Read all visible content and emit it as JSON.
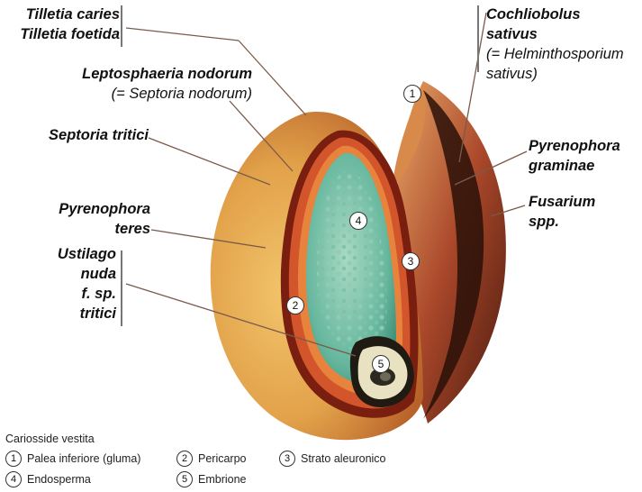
{
  "labels": {
    "tilletia_1": "Tilletia caries",
    "tilletia_2": "Tilletia foetida",
    "lepto_1": "Leptosphaeria nodorum",
    "lepto_2": "(= Septoria nodorum)",
    "septoria": "Septoria tritici",
    "pteres_1": "Pyrenophora",
    "pteres_2": "teres",
    "ust_1": "Ustilago",
    "ust_2": "nuda",
    "ust_3": "f. sp.",
    "ust_4": "tritici",
    "coch_1": "Cochliobolus",
    "coch_2": "sativus",
    "coch_3": "(= Helminthosporium",
    "coch_4": "sativus)",
    "pgram_1": "Pyrenophora",
    "pgram_2": "graminae",
    "fus_1": "Fusarium",
    "fus_2": "spp."
  },
  "markers": {
    "m1": "1",
    "m2": "2",
    "m3": "3",
    "m4": "4",
    "m5": "5"
  },
  "legend": {
    "title": "Cariosside vestita",
    "items": [
      {
        "num": "1",
        "text": "Palea inferiore (gluma)"
      },
      {
        "num": "2",
        "text": "Pericarpo"
      },
      {
        "num": "3",
        "text": "Strato aleuronico"
      },
      {
        "num": "4",
        "text": "Endosperma"
      },
      {
        "num": "5",
        "text": "Embrione"
      }
    ]
  },
  "colors": {
    "hull_outer": "#e2a24a",
    "hull_dark": "#5a2410",
    "pericarp": "#c8401e",
    "aleurone": "#d66a2a",
    "endosperm": "#63b59c",
    "endosperm_light": "#9fd3bf",
    "embryo": "#d4c79b"
  }
}
